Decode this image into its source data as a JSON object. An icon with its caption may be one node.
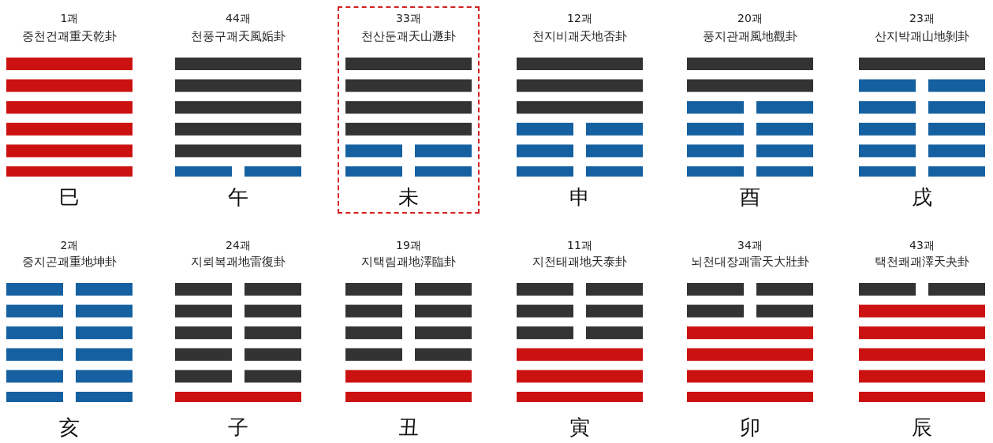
{
  "diagram": {
    "nodes": [
      {
        "text": [
          "33괘",
          "천산둔괘天山遯卦",
          "未"
        ]
      }
    ],
    "labels": [
      "1괘",
      "중천건괘重天乾卦",
      "巳",
      "44괘",
      "천풍구괘天風姤卦",
      "午",
      "12괘",
      "천지비괘天地否卦",
      "申",
      "20괘",
      "풍지관괘風地觀卦",
      "酉",
      "23괘",
      "산지박괘山地剝卦",
      "戌",
      "2괘",
      "중지곤괘重地坤卦",
      "亥",
      "24괘",
      "지뢰복괘地雷復卦",
      "子",
      "19괘",
      "지택림괘地澤臨卦",
      "丑",
      "11괘",
      "지천태괘地天泰卦",
      "寅",
      "34괘",
      "뇌천대장괘雷天大壯卦",
      "卯",
      "43괘",
      "택천쾌괘澤天夬卦",
      "辰"
    ]
  }
}
